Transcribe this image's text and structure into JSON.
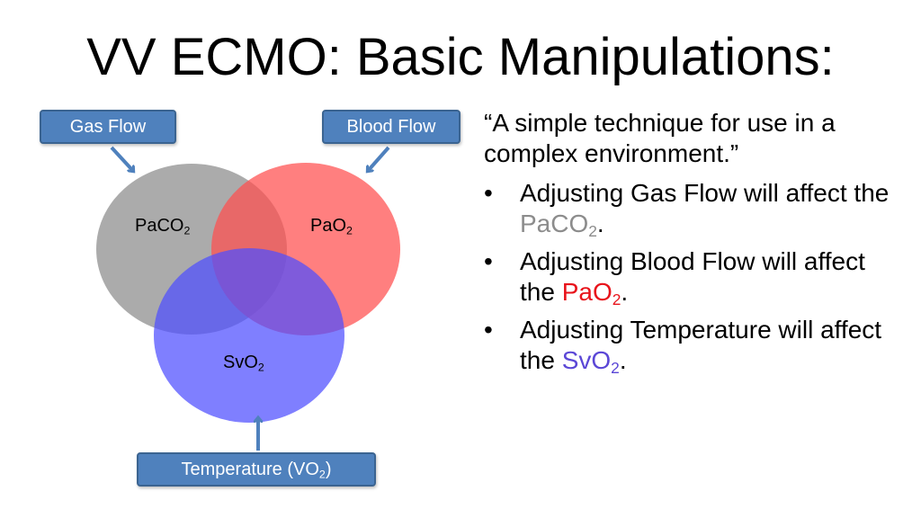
{
  "title": {
    "part1": "VV ECMO:",
    "part2": "Basic Manipulations:"
  },
  "diagram": {
    "boxes": {
      "gas": "Gas Flow",
      "blood": "Blood Flow",
      "temperature_prefix": "Temperature (VO",
      "temperature_sub": "2",
      "temperature_suffix": ")"
    },
    "circles": {
      "paco2": {
        "base": "PaCO",
        "sub": "2",
        "color": "#8a8a8a"
      },
      "pao2": {
        "base": "PaO",
        "sub": "2",
        "color": "#ff4d4d"
      },
      "svo2": {
        "base": "SvO",
        "sub": "2",
        "color": "#4d4dff"
      }
    },
    "arrow_color": "#4f81bd",
    "box_color": "#4f81bd"
  },
  "text": {
    "quote": "“A simple technique for use in a complex environment.”",
    "bullets": [
      {
        "lead": "Adjusting Gas Flow will affect the ",
        "term": "PaCO",
        "sub": "2",
        "end": ".",
        "color": "#8c8c8c"
      },
      {
        "lead": "Adjusting Blood Flow will affect the ",
        "term": "PaO",
        "sub": "2",
        "end": ".",
        "color": "#e8131b"
      },
      {
        "lead": "Adjusting Temperature will affect the ",
        "term": "SvO",
        "sub": "2",
        "end": ".",
        "color": "#5b47d6"
      }
    ]
  }
}
